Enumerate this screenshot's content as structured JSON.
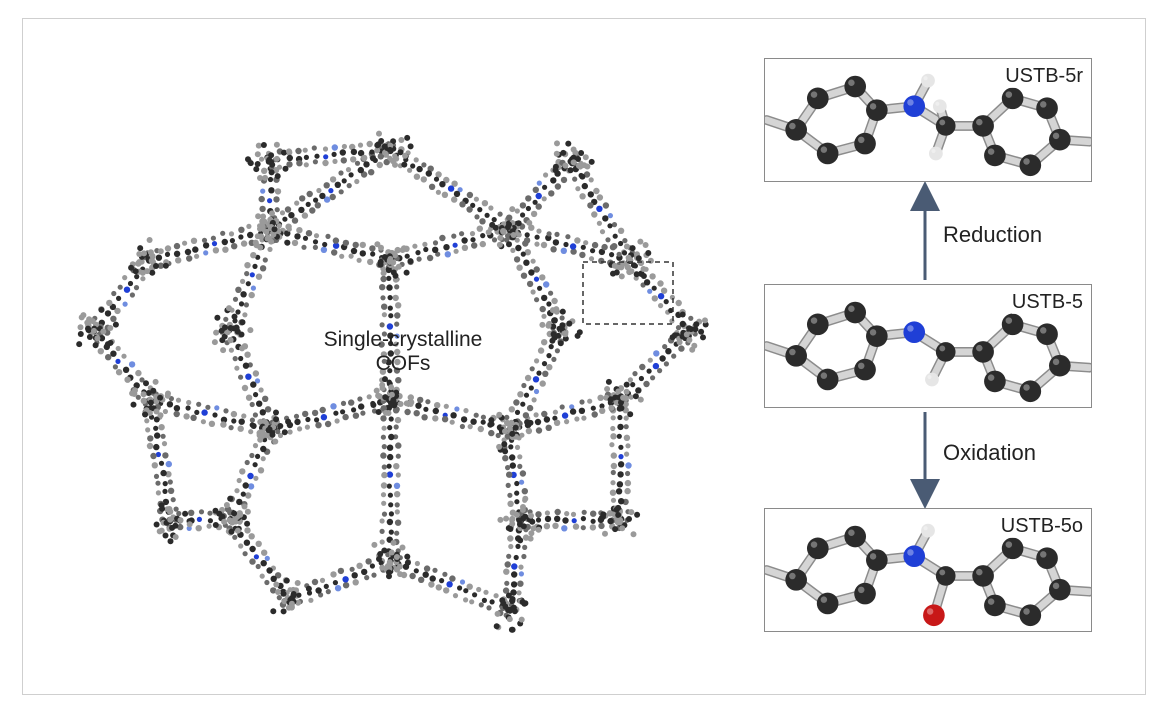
{
  "center_label": {
    "line1": "Single-crystalline",
    "line2": "COFs"
  },
  "panels": {
    "top": {
      "label": "USTB-5r"
    },
    "middle": {
      "label": "USTB-5"
    },
    "bottom": {
      "label": "USTB-5o"
    }
  },
  "arrows": {
    "up": {
      "label": "Reduction"
    },
    "down": {
      "label": "Oxidation"
    }
  },
  "colors": {
    "carbon": "#2b2b2b",
    "carbon_light": "#9a9a9a",
    "nitrogen": "#1f3fd6",
    "hydrogen": "#e6e6e6",
    "oxygen": "#c81818",
    "bond": "#d5d5d5",
    "arrow": "#4a5b74"
  }
}
